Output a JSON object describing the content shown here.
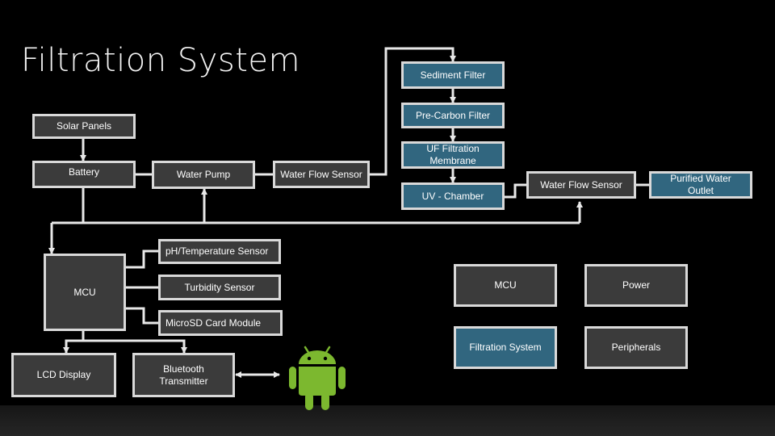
{
  "slide": {
    "title": "Filtration System"
  },
  "system_blocks": {
    "solar_panels": "Solar Panels",
    "battery": "Battery",
    "water_pump": "Water Pump",
    "water_flow_sensor_1": "Water Flow Sensor",
    "sediment_filter": "Sediment Filter",
    "pre_carbon_filter": "Pre-Carbon Filter",
    "uf_membrane": "UF Filtration\nMembrane",
    "uv_chamber": "UV - Chamber",
    "water_flow_sensor_2": "Water Flow Sensor",
    "purified_outlet": "Purified Water\nOutlet",
    "ph_sensor": "pH/Temperature Sensor",
    "mcu": "MCU",
    "turbidity_sensor": "Turbidity Sensor",
    "microsd": "MicroSD Card Module",
    "lcd": "LCD Display",
    "bluetooth": "Bluetooth\nTransmitter"
  },
  "legend": {
    "mcu": "MCU",
    "power": "Power",
    "filtration_system": "Filtration System",
    "peripherals": "Peripherals"
  },
  "colors": {
    "background": "#000000",
    "block_gray": "#3b3b3b",
    "block_blue": "#31667f",
    "border": "#d9d9d9",
    "android_green": "#7cb82f"
  },
  "icons": {
    "android": "android-robot-icon"
  }
}
